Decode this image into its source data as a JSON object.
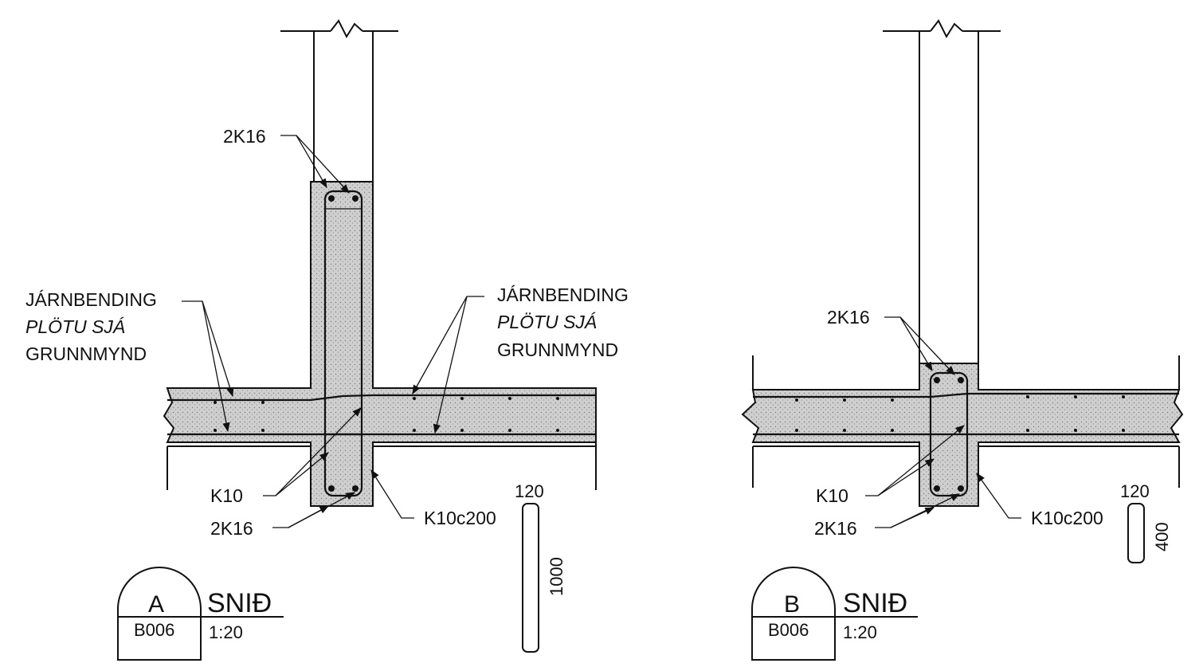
{
  "sections": [
    {
      "id": "A",
      "title": "SNIÐ",
      "letter": "A",
      "sheet": "B006",
      "scale": "1:20",
      "labels": {
        "top_bars": "2K16",
        "slab_left": [
          "JÁRNBENDING",
          "PLÖTU SJÁ",
          "GRUNNMYND"
        ],
        "slab_right": [
          "JÁRNBENDING",
          "PLÖTU SJÁ",
          "GRUNNMYND"
        ],
        "stirrup_bar": "K10",
        "bottom_bars": "2K16",
        "spacing_bar": "K10c200"
      },
      "shape_dims": {
        "width": "120",
        "height": "1000"
      }
    },
    {
      "id": "B",
      "title": "SNIÐ",
      "letter": "B",
      "sheet": "B006",
      "scale": "1:20",
      "labels": {
        "top_bars": "2K16",
        "stirrup_bar": "K10",
        "bottom_bars": "2K16",
        "spacing_bar": "K10c200"
      },
      "shape_dims": {
        "width": "120",
        "height": "400"
      }
    }
  ]
}
